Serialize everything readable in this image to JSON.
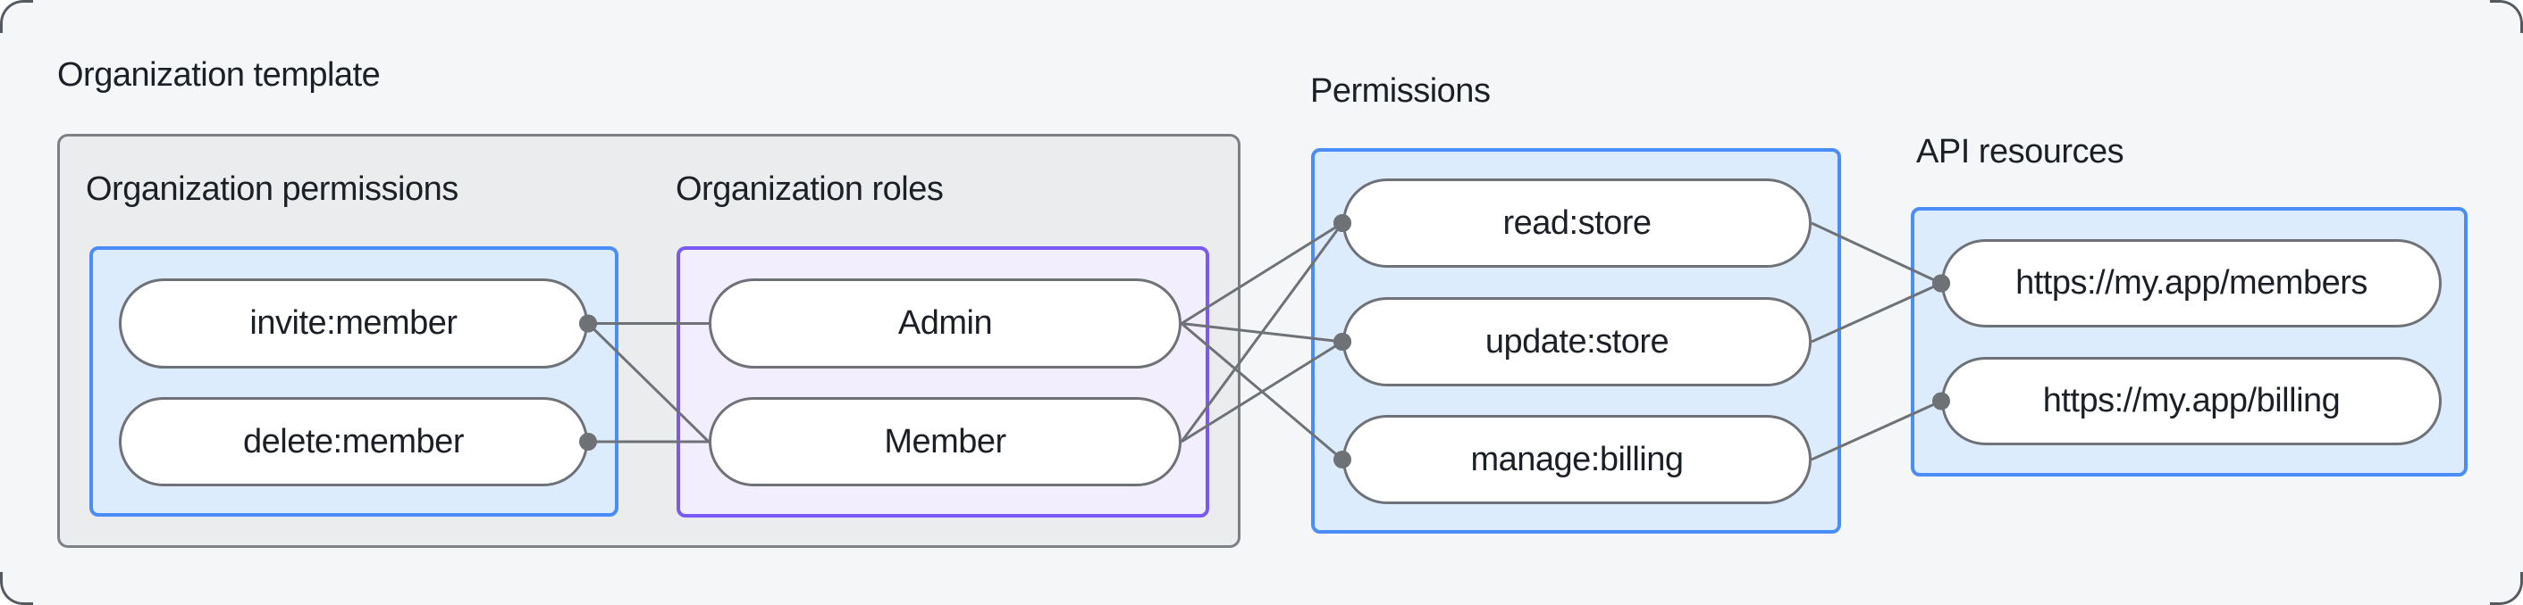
{
  "labels": {
    "organization_template": "Organization template",
    "organization_permissions": "Organization permissions",
    "organization_roles": "Organization roles",
    "permissions": "Permissions",
    "api_resources": "API resources"
  },
  "nodes": {
    "invite_member": {
      "label": "invite:member",
      "group": "organization_permissions"
    },
    "delete_member": {
      "label": "delete:member",
      "group": "organization_permissions"
    },
    "admin": {
      "label": "Admin",
      "group": "organization_roles"
    },
    "member": {
      "label": "Member",
      "group": "organization_roles"
    },
    "read_store": {
      "label": "read:store",
      "group": "permissions"
    },
    "update_store": {
      "label": "update:store",
      "group": "permissions"
    },
    "manage_billing": {
      "label": "manage:billing",
      "group": "permissions"
    },
    "api_members": {
      "label": "https://my.app/members",
      "group": "api_resources"
    },
    "api_billing": {
      "label": "https://my.app/billing",
      "group": "api_resources"
    }
  },
  "edges": [
    {
      "from": "invite_member",
      "to": "admin",
      "dot": "from"
    },
    {
      "from": "invite_member",
      "to": "member",
      "dot": "from"
    },
    {
      "from": "delete_member",
      "to": "member",
      "dot": "from"
    },
    {
      "from": "admin",
      "to": "read_store",
      "dot": "to"
    },
    {
      "from": "admin",
      "to": "update_store",
      "dot": "to"
    },
    {
      "from": "admin",
      "to": "manage_billing",
      "dot": "to"
    },
    {
      "from": "member",
      "to": "read_store",
      "dot": "to"
    },
    {
      "from": "member",
      "to": "update_store",
      "dot": "to"
    },
    {
      "from": "read_store",
      "to": "api_members",
      "dot": "to"
    },
    {
      "from": "update_store",
      "to": "api_members",
      "dot": "to"
    },
    {
      "from": "manage_billing",
      "to": "api_billing",
      "dot": "to"
    }
  ],
  "edge_style": {
    "stroke_width": 3,
    "dot_radius": 10
  },
  "colors": {
    "canvas_background": "#f5f6f7",
    "group_box_fill": "#ebeced",
    "group_box_border": "#7c8085",
    "blue_box_fill": "#ddecfd",
    "blue_box_border": "#4b8df8",
    "purple_box_fill": "#f3eefd",
    "purple_box_border": "#7a58f4",
    "pill_fill": "#ffffff",
    "pill_border": "#6e7277",
    "edge_line": "#6e7277",
    "edge_dot": "#6e7277",
    "text": "#1c2026"
  }
}
